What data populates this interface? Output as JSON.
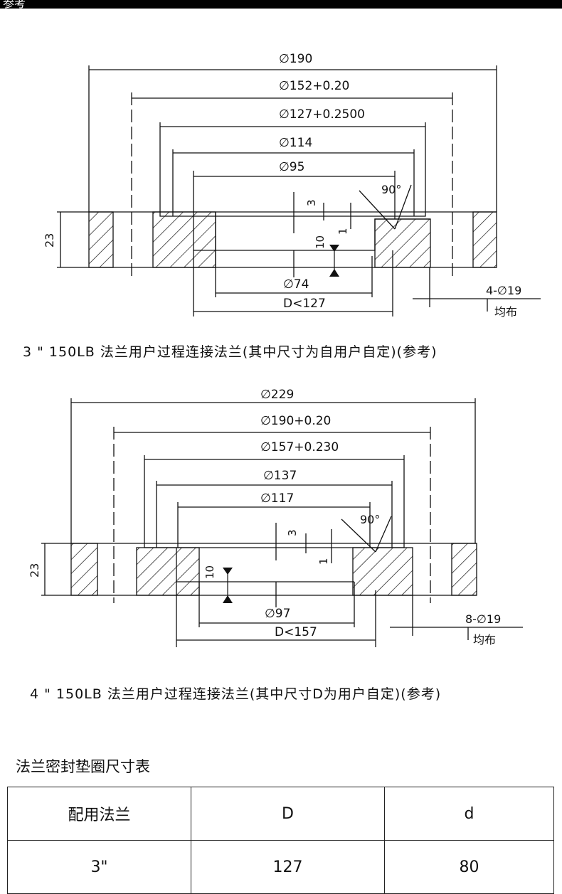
{
  "header": {
    "text": "参考"
  },
  "drawing1": {
    "dims": [
      "∅190",
      "∅152+0.20",
      "∅127+0.2500",
      "∅114",
      "∅95",
      "∅74",
      "D<127"
    ],
    "angle": "90°",
    "thickness": "23",
    "small_dims": [
      "3",
      "10",
      "1"
    ],
    "holes": "4-∅19",
    "holes_note": "均布",
    "caption": "3 \" 150LB 法兰用户过程连接法兰(其中尺寸为自用户自定)(参考)"
  },
  "drawing2": {
    "dims": [
      "∅229",
      "∅190+0.20",
      "∅157+0.230",
      "∅137",
      "∅117",
      "∅97",
      "D<157"
    ],
    "angle": "90°",
    "thickness": "23",
    "small_dims": [
      "3",
      "10",
      "1"
    ],
    "holes": "8-∅19",
    "holes_note": "均布",
    "caption": "4 \" 150LB 法兰用户过程连接法兰(其中尺寸D为用户自定)(参考)"
  },
  "table": {
    "title": "法兰密封垫圈尺寸表",
    "headers": [
      "配用法兰",
      "D",
      "d"
    ],
    "rows": [
      [
        "3\"",
        "127",
        "80"
      ]
    ]
  }
}
